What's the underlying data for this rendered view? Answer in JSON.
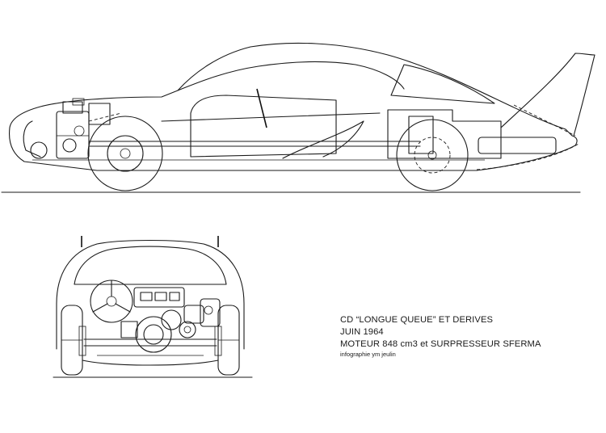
{
  "caption": {
    "title": "CD “LONGUE QUEUE” ET DERIVES",
    "date": "JUIN 1964",
    "engine": "MOTEUR 848 cm3 et SURPRESSEUR SFERMA",
    "credit": "infographie ym jeulin"
  },
  "drawings": {
    "side_view": "car-side-profile",
    "front_view": "car-front-view"
  },
  "colors": {
    "line": "#1a1a1a",
    "background": "#ffffff"
  }
}
